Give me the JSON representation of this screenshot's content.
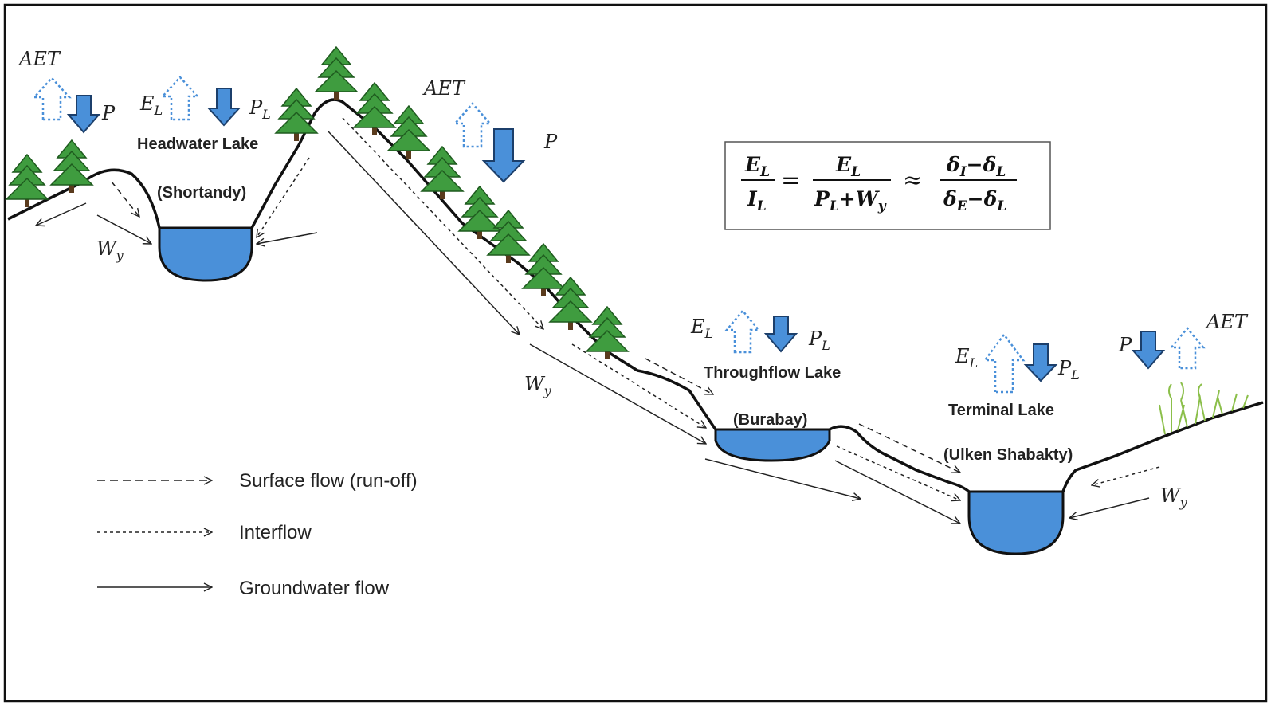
{
  "lakes": {
    "headwater": {
      "name": "Headwater Lake",
      "place": "(Shortandy)"
    },
    "throughflow": {
      "name": "Throughflow Lake",
      "place": "(Burabay)"
    },
    "terminal": {
      "name": "Terminal Lake",
      "place": "(Ulken Shabakty)"
    }
  },
  "symbols": {
    "aet": "AET",
    "p": "P",
    "e": "E",
    "e_sub": "L",
    "p_sub": "L",
    "w": "W",
    "w_sub": "y"
  },
  "equation": {
    "lhs_num": "E",
    "lhs_num_sub": "L",
    "lhs_den": "I",
    "lhs_den_sub": "L",
    "equals": "=",
    "mid_num": "E",
    "mid_num_sub": "L",
    "mid_den_a": "P",
    "mid_den_a_sub": "L",
    "mid_den_plus": "+",
    "mid_den_b": "W",
    "mid_den_b_sub": "y",
    "approx": "≈",
    "rhs_num_a": "δ",
    "rhs_num_a_sub": "I",
    "rhs_num_minus": "−",
    "rhs_num_b": "δ",
    "rhs_num_b_sub": "L",
    "rhs_den_a": "δ",
    "rhs_den_a_sub": "E",
    "rhs_den_minus": "−",
    "rhs_den_b": "δ",
    "rhs_den_b_sub": "L"
  },
  "legend": {
    "surface": "Surface flow (run-off)",
    "interflow": "Interflow",
    "groundwater": "Groundwater flow"
  },
  "colors": {
    "lake": "#4a90d9",
    "tree": "#3f9c3f",
    "down_arrow": "#4a90d9",
    "up_arrow": "#4a90d9",
    "terrain": "#111111",
    "grass": "#8bbf4a"
  }
}
